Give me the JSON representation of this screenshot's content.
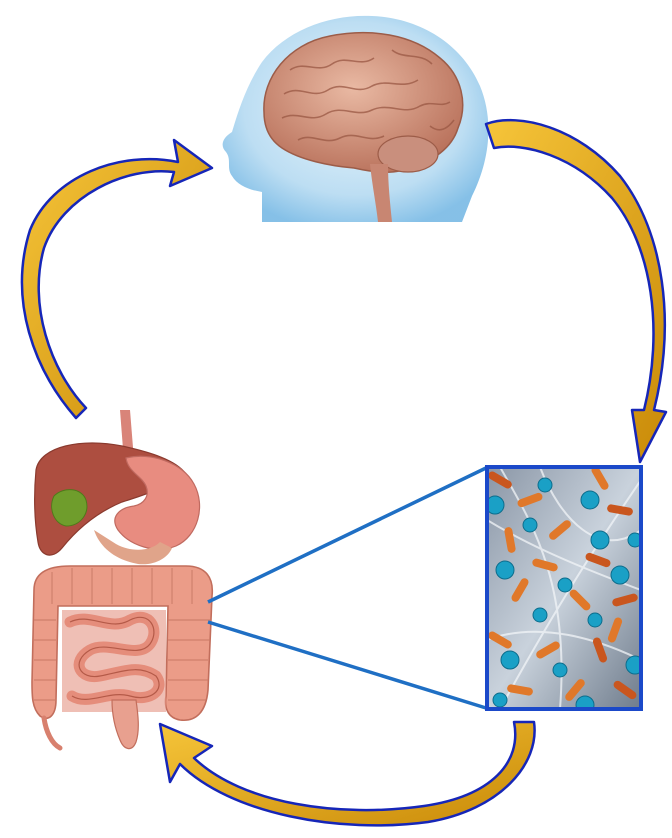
{
  "diagram": {
    "nodes": [
      {
        "id": "brain",
        "icon": "brain-head-icon"
      },
      {
        "id": "gut",
        "icon": "digestive-system-icon"
      },
      {
        "id": "microbiota",
        "icon": "gut-bacteria-icon"
      }
    ],
    "edges": [
      {
        "from": "gut",
        "to": "brain"
      },
      {
        "from": "brain",
        "to": "microbiota"
      },
      {
        "from": "microbiota",
        "to": "gut"
      }
    ],
    "colors": {
      "arrow_fill": "#e8ad0e",
      "arrow_outline": "#1626b8",
      "connector": "#1f6fc4",
      "head_glow": "#b9dcf2",
      "brain": "#cf8a6e",
      "liver": "#a94c3e",
      "stomach": "#e58c82",
      "intestine": "#e59a88",
      "gallbladder": "#6a9a2a",
      "bacteria_rod": "#e0782a",
      "bacteria_cocci": "#1aa0c6",
      "panel_border": "#1b49c9"
    }
  }
}
